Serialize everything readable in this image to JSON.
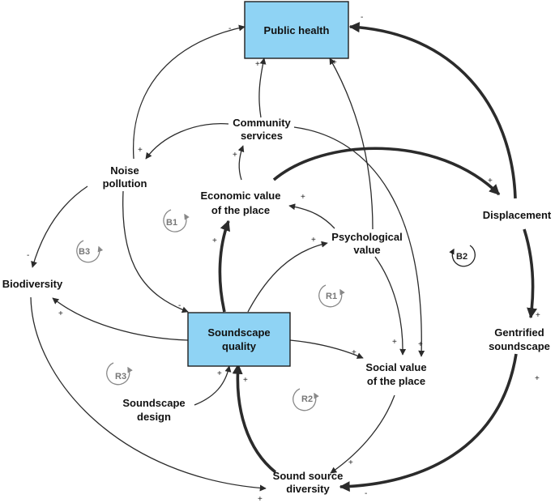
{
  "nodes": {
    "public_health": [
      "Public health"
    ],
    "community_services": [
      "Community",
      "services"
    ],
    "noise_pollution": [
      "Noise",
      "pollution"
    ],
    "economic_value": [
      "Economic value",
      "of the place"
    ],
    "displacement": [
      "Displacement"
    ],
    "psychological_value": [
      "Psychological",
      "value"
    ],
    "biodiversity": [
      "Biodiversity"
    ],
    "soundscape_quality": [
      "Soundscape",
      "quality"
    ],
    "social_value": [
      "Social value",
      "of the place"
    ],
    "gentrified_soundscape": [
      "Gentrified",
      "soundscape"
    ],
    "soundscape_design": [
      "Soundscape",
      "design"
    ],
    "sound_source_diversity": [
      "Sound source",
      "diversity"
    ]
  },
  "loops": {
    "b1": "B1",
    "b2": "B2",
    "b3": "B3",
    "r1": "R1",
    "r2": "R2",
    "r3": "R3"
  },
  "polarity": {
    "plus": "+",
    "minus": "-"
  },
  "colors": {
    "box_fill": "#8fd3f4",
    "stroke": "#2b2b2b",
    "loop_gray": "#888888"
  }
}
